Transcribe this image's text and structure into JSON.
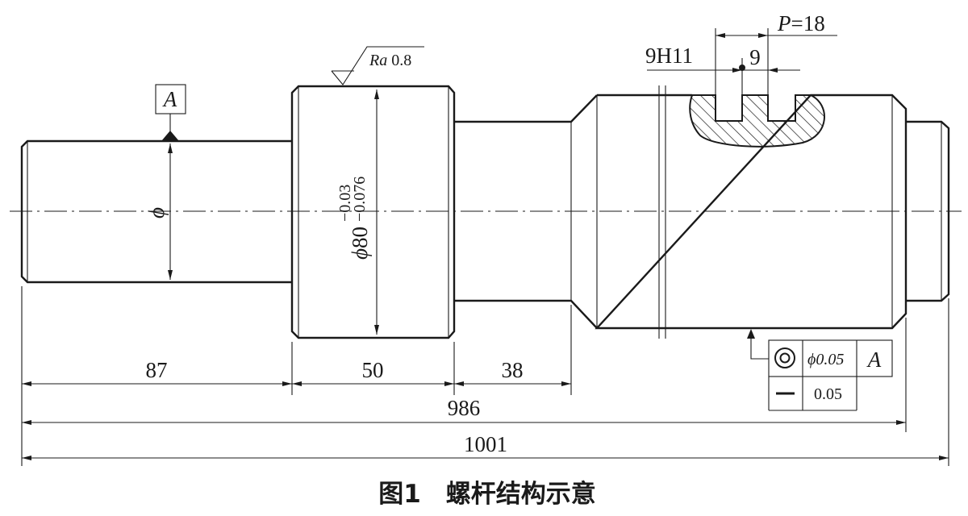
{
  "datum_label": "A",
  "shaft_diameter_label": "ϕ",
  "collar_diameter": {
    "symbol": "ϕ",
    "nominal": "80",
    "upper_deviation": "−0.03",
    "lower_deviation": "−0.076"
  },
  "roughness": {
    "symbol": "Ra",
    "value": "0.8"
  },
  "thread": {
    "fit": "9H11",
    "pitch_symbol": "P",
    "pitch_value": "=18",
    "groove_width": "9"
  },
  "dimensions": {
    "d87": "87",
    "d50": "50",
    "d38": "38",
    "d986": "986",
    "d1001": "1001"
  },
  "tolerance_frame": {
    "row1": {
      "symbol": "concentricity-icon",
      "value": "ϕ0.05",
      "datum": "A"
    },
    "row2": {
      "symbol": "straightness-icon",
      "value": "0.05"
    }
  },
  "caption": "图1　螺杆结构示意"
}
